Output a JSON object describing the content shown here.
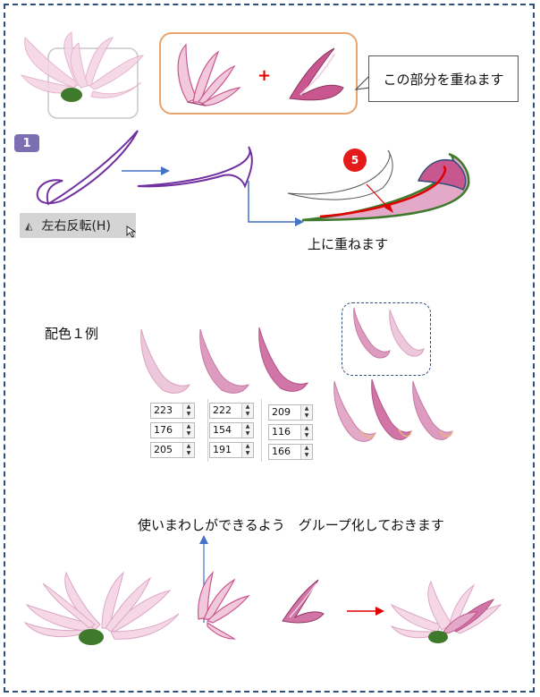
{
  "callout": {
    "text": "この部分を重ねます"
  },
  "plus_sign": "+",
  "step": {
    "number": "1"
  },
  "flip_button": {
    "label": "左右反転(H)"
  },
  "badge5": {
    "number": "5"
  },
  "overlay_text": "上に重ねます",
  "color_example": {
    "title": "配色１例"
  },
  "spinners": {
    "col1": [
      "223",
      "176",
      "205"
    ],
    "col2": [
      "222",
      "154",
      "191"
    ],
    "col3": [
      "209",
      "116",
      "166"
    ]
  },
  "group_text": "使いまわしができるよう　グループ化しておきます",
  "colors": {
    "frame": "#2e4f7a",
    "petal_light": "#f2c8dd",
    "petal_mid": "#dc9bbd",
    "petal_dark": "#c9578f",
    "outline_purple": "#7030a0",
    "arrow_blue": "#4472c4",
    "arrow_red": "#e00000",
    "leaf_green": "#3f7a2c",
    "orange_border": "#e8a56e"
  }
}
